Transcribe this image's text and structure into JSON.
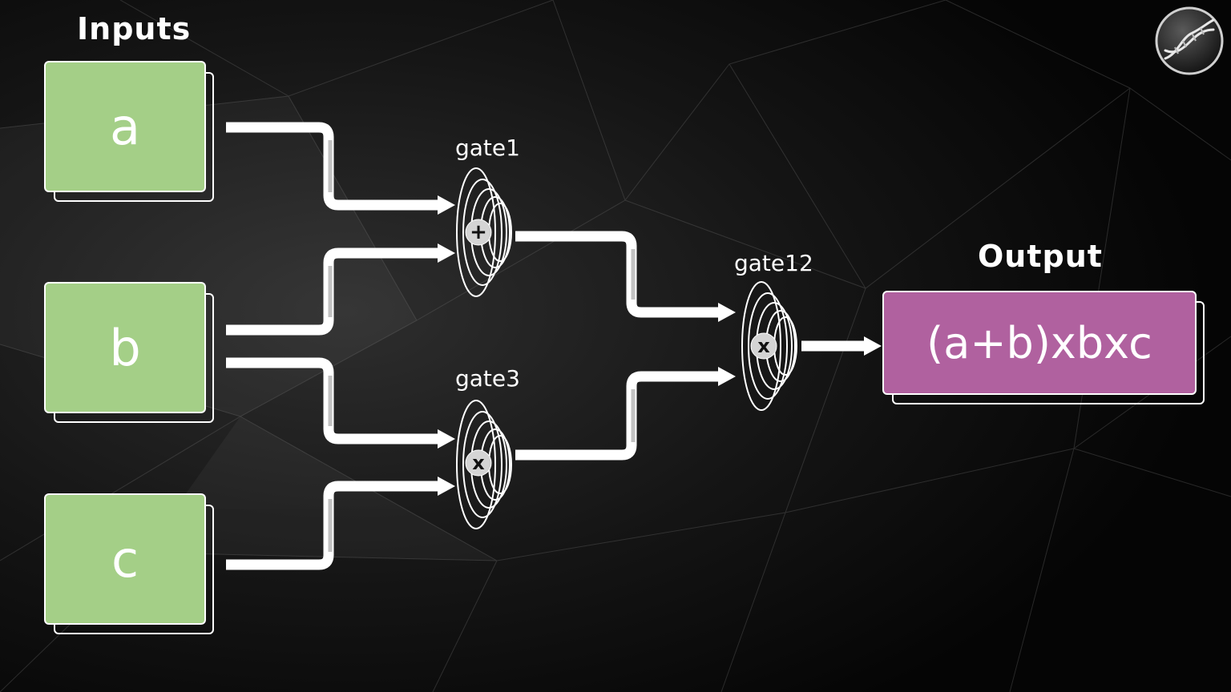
{
  "headings": {
    "inputs": "Inputs",
    "output": "Output"
  },
  "inputs": [
    {
      "id": "a",
      "label": "a"
    },
    {
      "id": "b",
      "label": "b"
    },
    {
      "id": "c",
      "label": "c"
    }
  ],
  "gates": [
    {
      "id": "gate1",
      "label": "gate1",
      "operator": "+",
      "inputs": [
        "a",
        "b"
      ]
    },
    {
      "id": "gate3",
      "label": "gate3",
      "operator": "x",
      "inputs": [
        "b",
        "c"
      ]
    },
    {
      "id": "gate12",
      "label": "gate12",
      "operator": "x",
      "inputs": [
        "gate1",
        "gate3"
      ]
    }
  ],
  "output": {
    "label": "(a+b)xbxc",
    "source": "gate12"
  },
  "colors": {
    "input_fill": "#a4cf87",
    "output_fill": "#b0619f",
    "wire": "#ffffff",
    "background": "#0b0b0b"
  },
  "logo_icon": "dna-helix-logo-icon"
}
